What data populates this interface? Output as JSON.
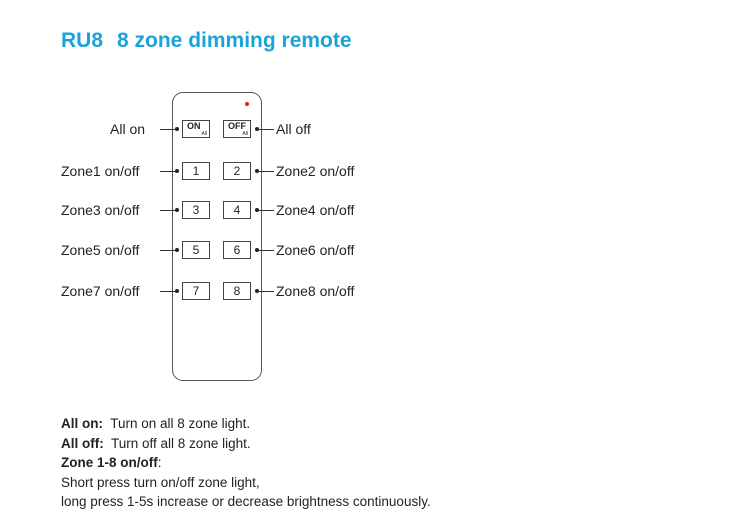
{
  "title": {
    "model": "RU8",
    "name": "8 zone dimming remote"
  },
  "remote": {
    "buttons": {
      "all_on": {
        "main": "ON",
        "sub": "All"
      },
      "all_off": {
        "main": "OFF",
        "sub": "All"
      },
      "zone1": "1",
      "zone2": "2",
      "zone3": "3",
      "zone4": "4",
      "zone5": "5",
      "zone6": "6",
      "zone7": "7",
      "zone8": "8"
    },
    "labels": {
      "all_on": "All on",
      "all_off": "All off",
      "zone1": "Zone1 on/off",
      "zone2": "Zone2 on/off",
      "zone3": "Zone3 on/off",
      "zone4": "Zone4 on/off",
      "zone5": "Zone5 on/off",
      "zone6": "Zone6 on/off",
      "zone7": "Zone7 on/off",
      "zone8": "Zone8 on/off"
    },
    "led_color": "#e02020"
  },
  "notes": {
    "all_on": {
      "term": "All on",
      "desc": "Turn on all 8 zone light."
    },
    "all_off": {
      "term": "All off",
      "desc": "Turn off all 8 zone light."
    },
    "zone": {
      "term": "Zone 1-8 on/off",
      "line1": "Short press turn on/off zone light,",
      "line2": "long press 1-5s increase or decrease brightness continuously."
    }
  },
  "colors": {
    "title": "#1aa3d9"
  }
}
